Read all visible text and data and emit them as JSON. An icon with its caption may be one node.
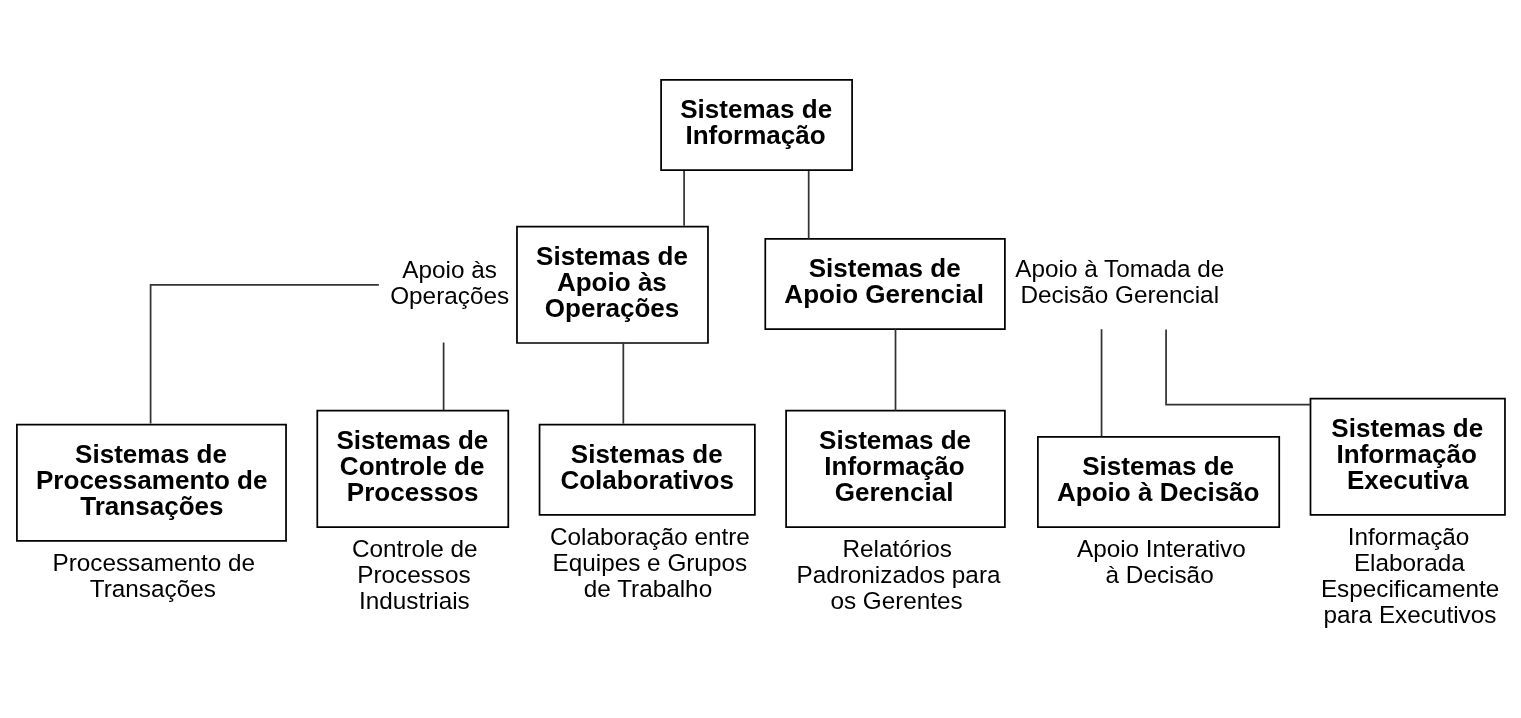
{
  "diagram": {
    "nodes": [
      {
        "text": [
          "Sistemas de Informação"
        ]
      },
      {
        "text": [
          "Sistemas de Apoio às Operações"
        ],
        "beside": [
          "Apoio às Operações"
        ]
      },
      {
        "text": [
          "Sistemas de Apoio Gerencial"
        ],
        "beside": [
          "Apoio à Tomada de Decisão Gerencial"
        ]
      },
      {
        "text": [
          "Sistemas de Processamento de Transações"
        ],
        "beside": [
          "Processamento de Transações"
        ]
      },
      {
        "text": [
          "Sistemas de Controle de Processos"
        ],
        "beside": [
          "Controle de Processos Industriais"
        ]
      },
      {
        "text": [
          "Sistemas de Colaborativos"
        ],
        "beside": [
          "Colaboração entre Equipes e Grupos de Trabalho"
        ]
      },
      {
        "text": [
          "Sistemas de Informação Gerencial"
        ],
        "beside": [
          "Relatórios Padronizados para os Gerentes"
        ]
      },
      {
        "text": [
          "Sistemas de Apoio à Decisão"
        ],
        "beside": [
          "Apoio Interativo à Decisão"
        ]
      },
      {
        "text": [
          "Sistemas de Informação Executiva"
        ],
        "beside": [
          "Informação Elaborada Especificamente para Executivos"
        ]
      }
    ],
    "edges": [
      {
        "from": 0,
        "to": 1,
        "arrow": "none"
      },
      {
        "from": 0,
        "to": 2,
        "arrow": "none"
      },
      {
        "from": 1,
        "to": 3,
        "arrow": "none"
      },
      {
        "from": 1,
        "to": 4,
        "arrow": "none"
      },
      {
        "from": 1,
        "to": 5,
        "arrow": "none"
      },
      {
        "from": 2,
        "to": 6,
        "arrow": "none"
      },
      {
        "from": 2,
        "to": 7,
        "arrow": "none"
      },
      {
        "from": 2,
        "to": 8,
        "arrow": "none"
      }
    ]
  }
}
